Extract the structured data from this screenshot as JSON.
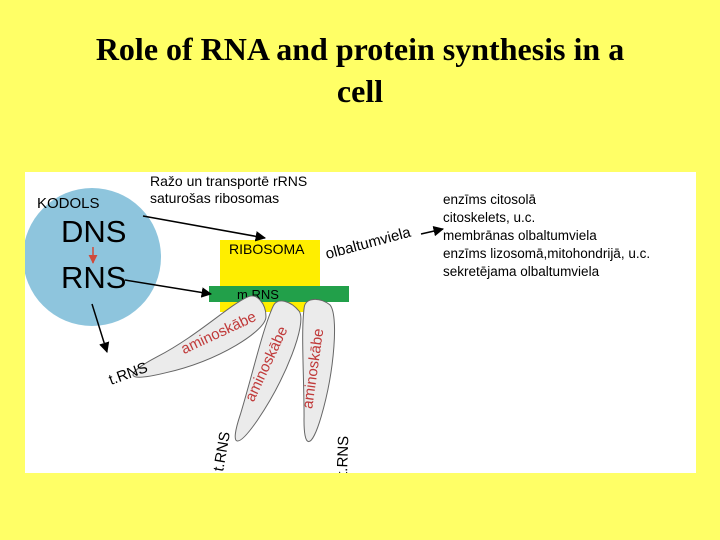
{
  "slide": {
    "title_line1": "Role of RNA and protein synthesis in a",
    "title_line2": "cell"
  },
  "diagram": {
    "nucleus_label": "KODOLS",
    "dna_label": "DNS",
    "rna_label": "RNS",
    "ribosome_label": "RIBOSOMA",
    "mrna_label": "m.RNS",
    "ribosome_note_line1": "Ražo un transportē rRNS",
    "ribosome_note_line2": "saturošas ribosomas",
    "protein_label": "olbaltumviela",
    "amino_acid_label": "aminoskābe",
    "trna_label": "t.RNS",
    "destinations": [
      "enzīms citosolā",
      "citoskelets, u.c.",
      "membrānas olbaltumviela",
      "enzīms lizosomā,mitohondrijā, u.c.",
      "sekretējama olbaltumviela"
    ]
  },
  "colors": {
    "background": "#ffff66",
    "nucleus": "#8ec5dd",
    "ribosome": "#ffee00",
    "mrna": "#22a04a",
    "trna_shape": "#ebebeb",
    "amino_text": "#c03a3a",
    "arrow_dna_rna": "#d04a3a"
  }
}
